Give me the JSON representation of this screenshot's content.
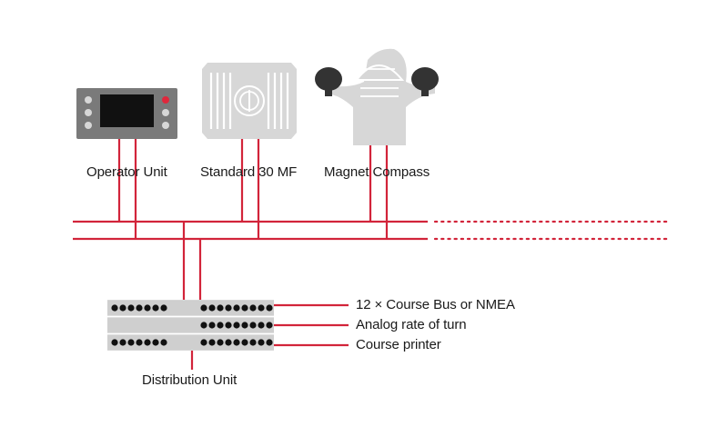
{
  "devices": {
    "operator_unit": {
      "label": "Operator Unit"
    },
    "gyro": {
      "label": "Standard 30 MF"
    },
    "compass": {
      "label": "Magnet Compass"
    },
    "distribution_unit": {
      "label": "Distribution Unit"
    }
  },
  "outputs": [
    {
      "label": "12 × Course Bus or NMEA"
    },
    {
      "label": "Analog rate of turn"
    },
    {
      "label": "Course printer"
    }
  ],
  "colors": {
    "line": "#d2243a",
    "device_dark": "#7a7a7a",
    "device_light": "#d7d7d7",
    "screen": "#111111",
    "indicator": "#e0283c"
  },
  "icons": [
    "operator-unit-icon",
    "gyro-compass-icon",
    "magnet-compass-icon",
    "distribution-unit-icon"
  ]
}
